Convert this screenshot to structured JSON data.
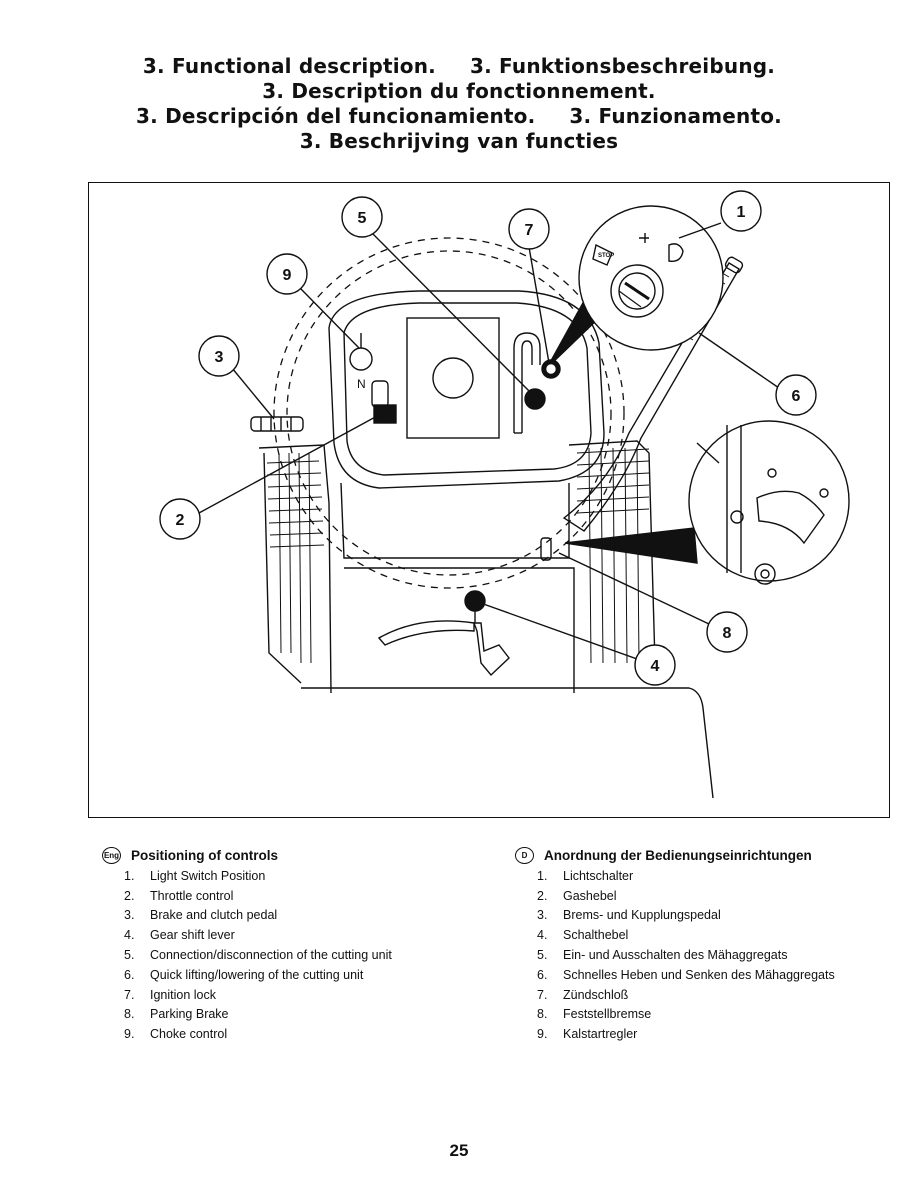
{
  "titles": {
    "line1a": "3. Functional description.",
    "line1b": "3. Funktionsbeschreibung.",
    "line2": "3. Description du fonctionnement.",
    "line3a": "3. Descripción del funcionamiento.",
    "line3b": "3. Funzionamento.",
    "line4": "3. Beschrijving van functies"
  },
  "figure": {
    "callouts": [
      "1",
      "2",
      "3",
      "4",
      "5",
      "6",
      "7",
      "8",
      "9"
    ],
    "stop_label": "STOP",
    "neutral_label": "N"
  },
  "legend_en": {
    "icon": "Eng",
    "heading": "Positioning of controls",
    "items": [
      {
        "num": "1.",
        "text": "Light Switch Position"
      },
      {
        "num": "2.",
        "text": "Throttle control"
      },
      {
        "num": "3.",
        "text": "Brake and clutch pedal"
      },
      {
        "num": "4.",
        "text": "Gear shift lever"
      },
      {
        "num": "5.",
        "text": "Connection/disconnection of the cutting unit"
      },
      {
        "num": "6.",
        "text": "Quick lifting/lowering of the cutting unit"
      },
      {
        "num": "7.",
        "text": "Ignition lock"
      },
      {
        "num": "8.",
        "text": "Parking Brake"
      },
      {
        "num": "9.",
        "text": "Choke control"
      }
    ]
  },
  "legend_de": {
    "icon": "D",
    "heading": "Anordnung der Bedienungseinrichtungen",
    "items": [
      {
        "num": "1.",
        "text": "Lichtschalter"
      },
      {
        "num": "2.",
        "text": "Gashebel"
      },
      {
        "num": "3.",
        "text": "Brems- und Kupplungspedal"
      },
      {
        "num": "4.",
        "text": "Schalthebel"
      },
      {
        "num": "5.",
        "text": "Ein- und Ausschalten des Mähaggregats"
      },
      {
        "num": "6.",
        "text": "Schnelles Heben und Senken des Mähaggregats"
      },
      {
        "num": "7.",
        "text": "Zündschloß"
      },
      {
        "num": "8.",
        "text": "Feststellbremse"
      },
      {
        "num": "9.",
        "text": "Kalstartregler"
      }
    ]
  },
  "page_number": "25"
}
